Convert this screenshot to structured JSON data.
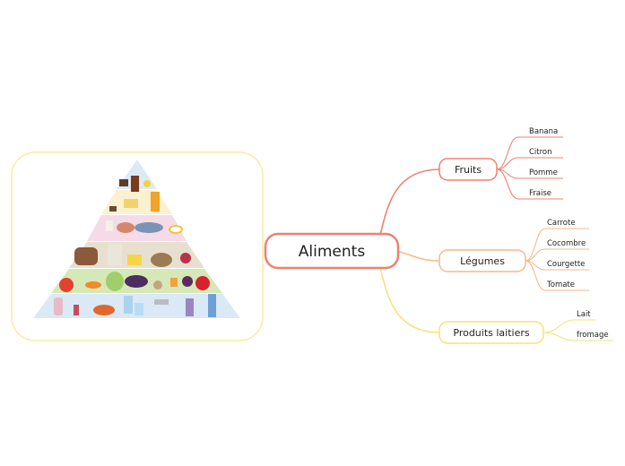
{
  "central": {
    "label": "Aliments"
  },
  "branches": [
    {
      "label": "Fruits",
      "color": "#f08070",
      "children": [
        "Banana",
        "Citron",
        "Pomme",
        "Fraise"
      ]
    },
    {
      "label": "Légumes",
      "color": "#f6b98a",
      "children": [
        "Carrote",
        "Cocombre",
        "Courgette",
        "Tomate"
      ]
    },
    {
      "label": "Produits laitiers",
      "color": "#f7e27a",
      "children": [
        "Lait",
        "fromage"
      ]
    }
  ],
  "image": {
    "name": "food-pyramid",
    "frame_color": "#f8eca0"
  },
  "colors": {
    "central_border": "#f08070"
  }
}
